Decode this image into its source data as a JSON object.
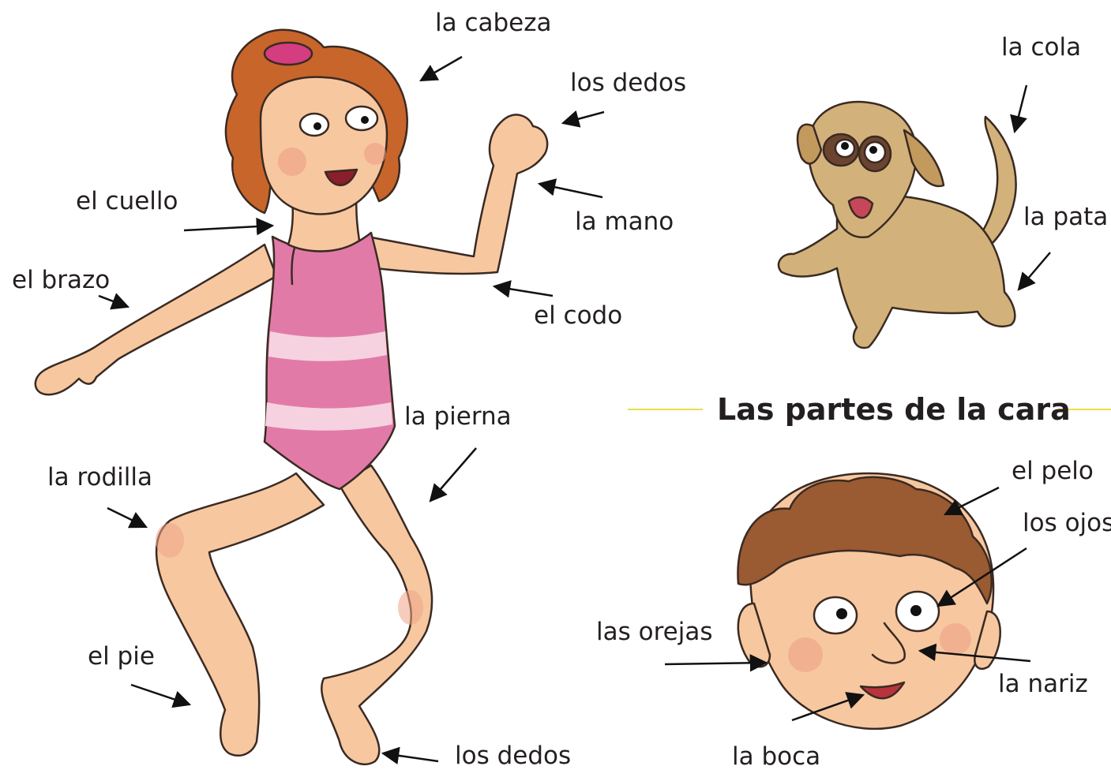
{
  "body_labels": {
    "head": "la cabeza",
    "fingers_hand": "los dedos",
    "neck": "el cuello",
    "hand": "la mano",
    "arm": "el brazo",
    "elbow": "el codo",
    "leg": "la pierna",
    "knee": "la rodilla",
    "foot": "el pie",
    "toes": "los dedos"
  },
  "dog_labels": {
    "tail": "la cola",
    "paw": "la pata"
  },
  "face_section": {
    "heading": "Las partes de la cara",
    "labels": {
      "hair": "el pelo",
      "eyes": "los ojos",
      "ears": "las orejas",
      "nose": "la nariz",
      "mouth": "la boca"
    }
  },
  "colors": {
    "skin": "#f7c7a0",
    "skin_outline": "#3a2a22",
    "girl_hair": "#c8652b",
    "swimsuit_pink": "#e27aa8",
    "swimsuit_stripe": "#f6d2e0",
    "dog_fur": "#d2b27a",
    "boy_hair": "#9a5a32",
    "heading_rule": "#e8e04a",
    "text": "#231f20"
  }
}
